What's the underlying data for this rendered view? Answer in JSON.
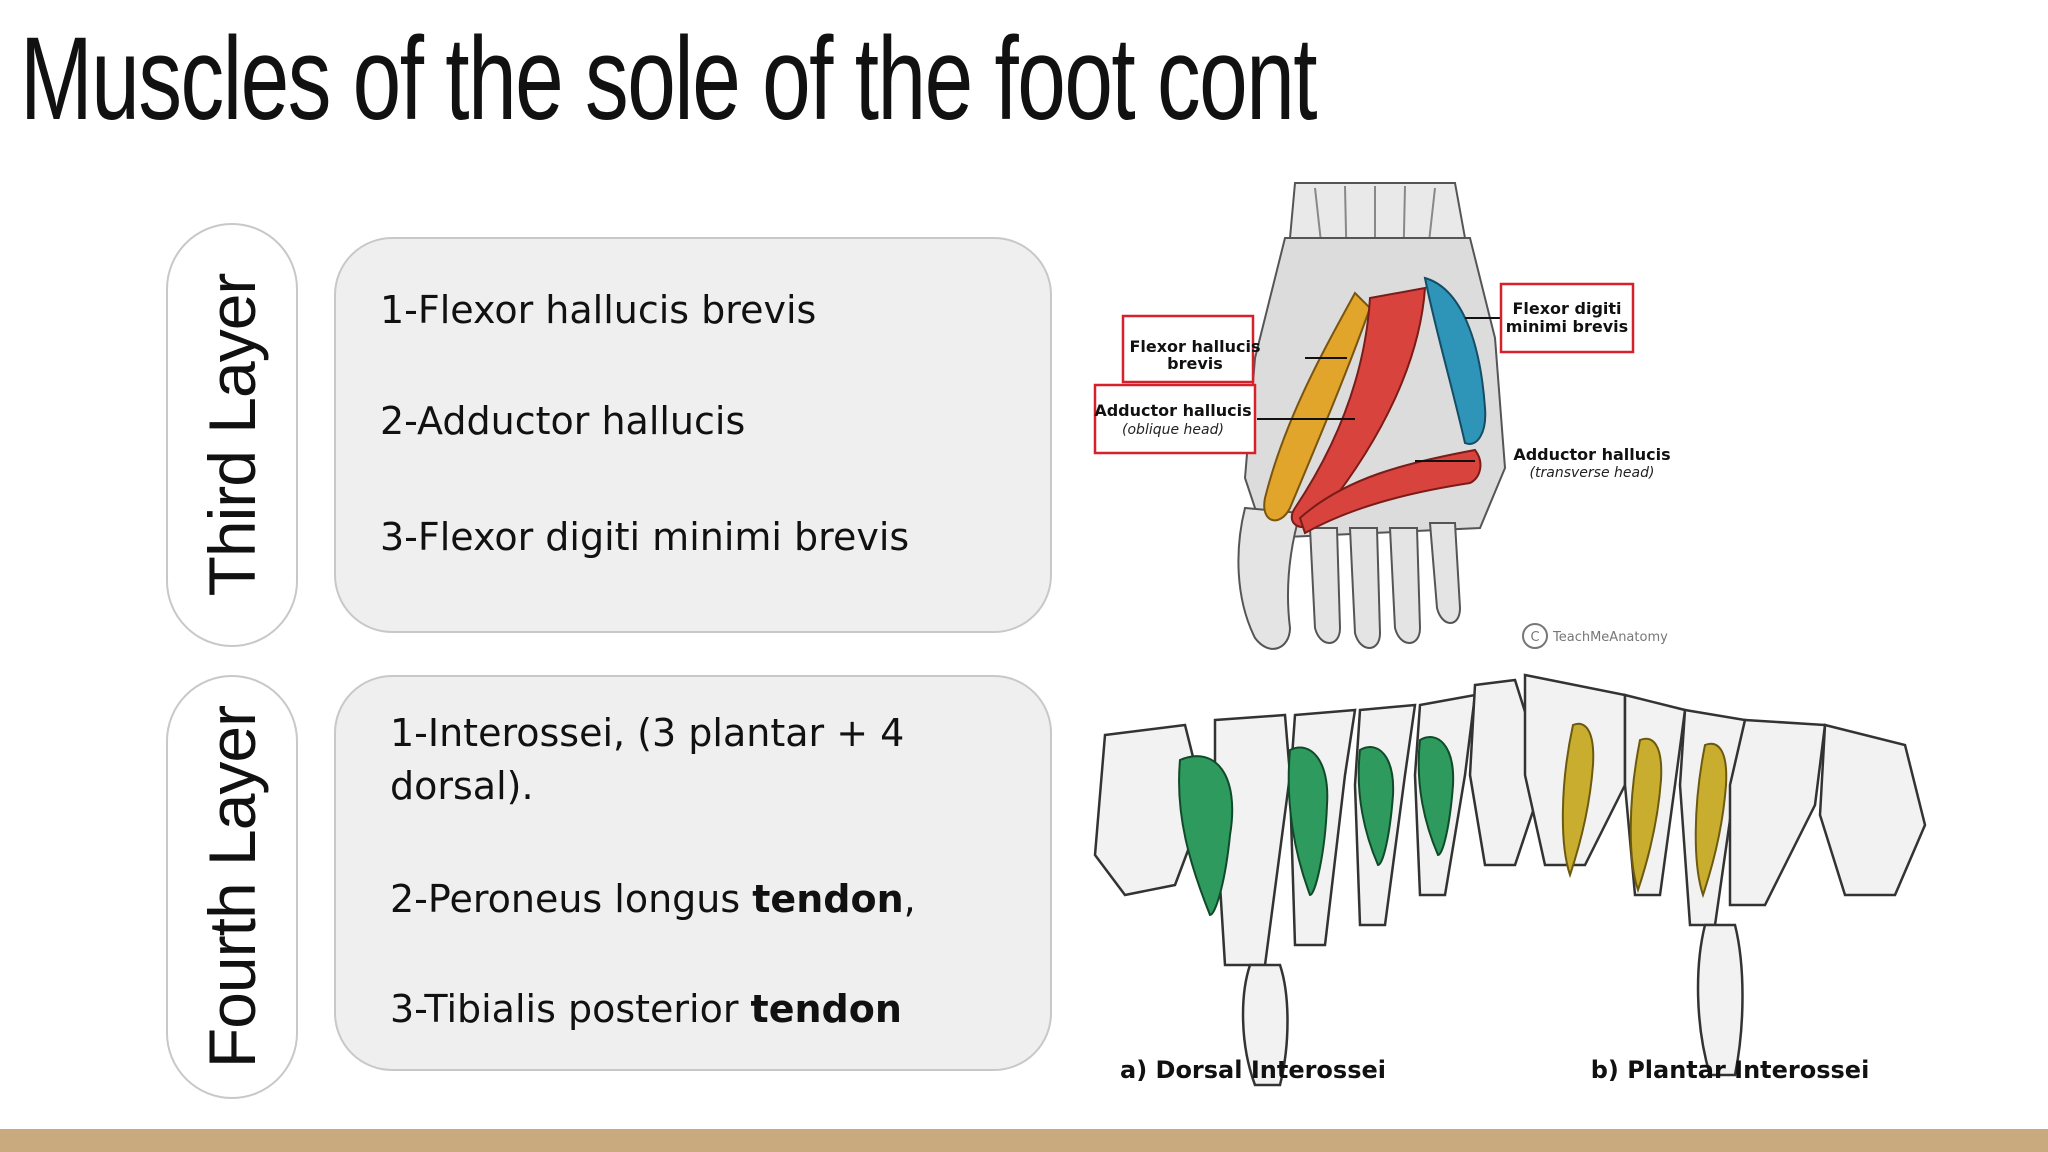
{
  "title": "Muscles of the sole of the foot cont",
  "third_layer": {
    "label": "Third Layer",
    "items": [
      "1-Flexor hallucis brevis",
      "2-Adductor hallucis",
      "3-Flexor digiti minimi brevis"
    ]
  },
  "fourth_layer": {
    "label": "Fourth Layer",
    "item1_line1": "1-Interossei, (3 plantar + 4",
    "item1_line2": "dorsal).",
    "item2_text": "2-Peroneus longus ",
    "item2_bold": "tendon",
    "item2_suffix": ",",
    "item3_text": "3-Tibialis posterior ",
    "item3_bold": "tendon"
  },
  "foot_figure": {
    "labels": {
      "flexor_hallucis_brevis_1": "Flexor hallucis",
      "flexor_hallucis_brevis_2": "brevis",
      "adductor_oblique_1": "Adductor hallucis",
      "adductor_oblique_2": "(oblique head)",
      "flexor_digiti_1": "Flexor digiti",
      "flexor_digiti_2": "minimi brevis",
      "adductor_transverse_1": "Adductor hallucis",
      "adductor_transverse_2": "(transverse head)"
    },
    "watermark": "TeachMeAnatomy"
  },
  "interossei_figure": {
    "dorsal_caption": "a) Dorsal Interossei",
    "plantar_caption": "b) Plantar Interossei"
  },
  "colors": {
    "flexor_hallucis": "#e0a52a",
    "adductor": "#d8433e",
    "flexor_digiti": "#2e94b8",
    "dorsal_interossei": "#2e9a5e",
    "plantar_interossei": "#c9ad2e",
    "label_border": "#d6212b",
    "footer": "#c9a97e"
  }
}
